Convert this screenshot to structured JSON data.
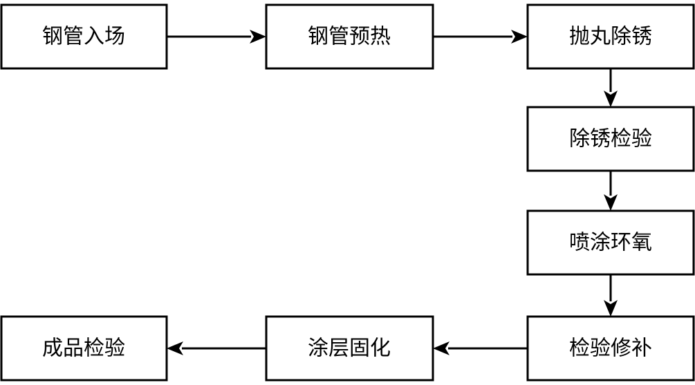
{
  "diagram": {
    "type": "flowchart",
    "nodes": [
      {
        "id": "n1",
        "label": "钢管入场"
      },
      {
        "id": "n2",
        "label": "钢管预热"
      },
      {
        "id": "n3",
        "label": "抛丸除锈"
      },
      {
        "id": "n4",
        "label": "除锈检验"
      },
      {
        "id": "n5",
        "label": "喷涂环氧"
      },
      {
        "id": "n6",
        "label": "检验修补"
      },
      {
        "id": "n7",
        "label": "涂层固化"
      },
      {
        "id": "n8",
        "label": "成品检验"
      }
    ],
    "edges": [
      {
        "from": "n1",
        "to": "n2"
      },
      {
        "from": "n2",
        "to": "n3"
      },
      {
        "from": "n3",
        "to": "n4"
      },
      {
        "from": "n4",
        "to": "n5"
      },
      {
        "from": "n5",
        "to": "n6"
      },
      {
        "from": "n6",
        "to": "n7"
      },
      {
        "from": "n7",
        "to": "n8"
      }
    ]
  }
}
